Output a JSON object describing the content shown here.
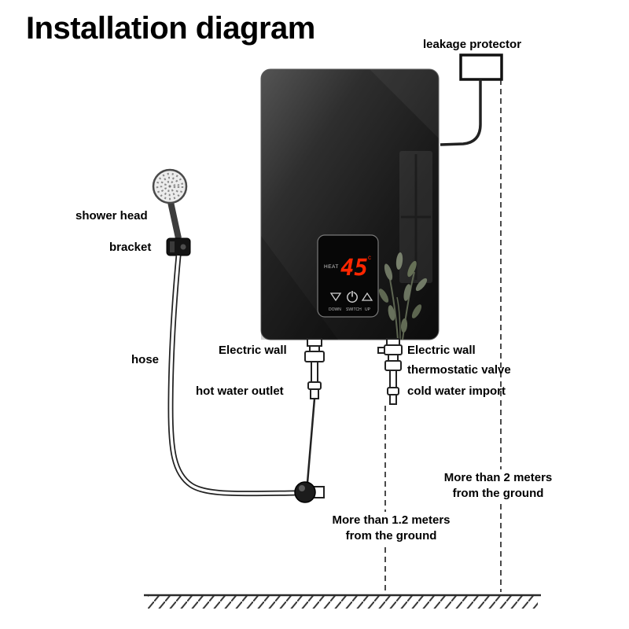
{
  "title": "Installation diagram",
  "labels": {
    "leakage_protector": "leakage protector",
    "shower_head": "shower head",
    "bracket": "bracket",
    "hose": "hose",
    "electric_wall_left": "Electric wall",
    "hot_water_outlet": "hot water outlet",
    "electric_wall_right": "Electric wall",
    "thermostatic_valve": "thermostatic valve",
    "cold_water_import": "cold water import"
  },
  "annotations": {
    "distance_right_line1": "More than 2 meters",
    "distance_right_line2": "from the ground",
    "distance_center_line1": "More than 1.2 meters",
    "distance_center_line2": "from the ground"
  },
  "heater_display": {
    "heat_label": "HEAT",
    "temperature": "45",
    "degree_mark": "c",
    "temperature_color": "#ff2600",
    "down_label": "DOWN",
    "switch_label": "SWITCH",
    "up_label": "UP"
  },
  "colors": {
    "heater_dark": "#161616",
    "line_color": "#222222"
  }
}
